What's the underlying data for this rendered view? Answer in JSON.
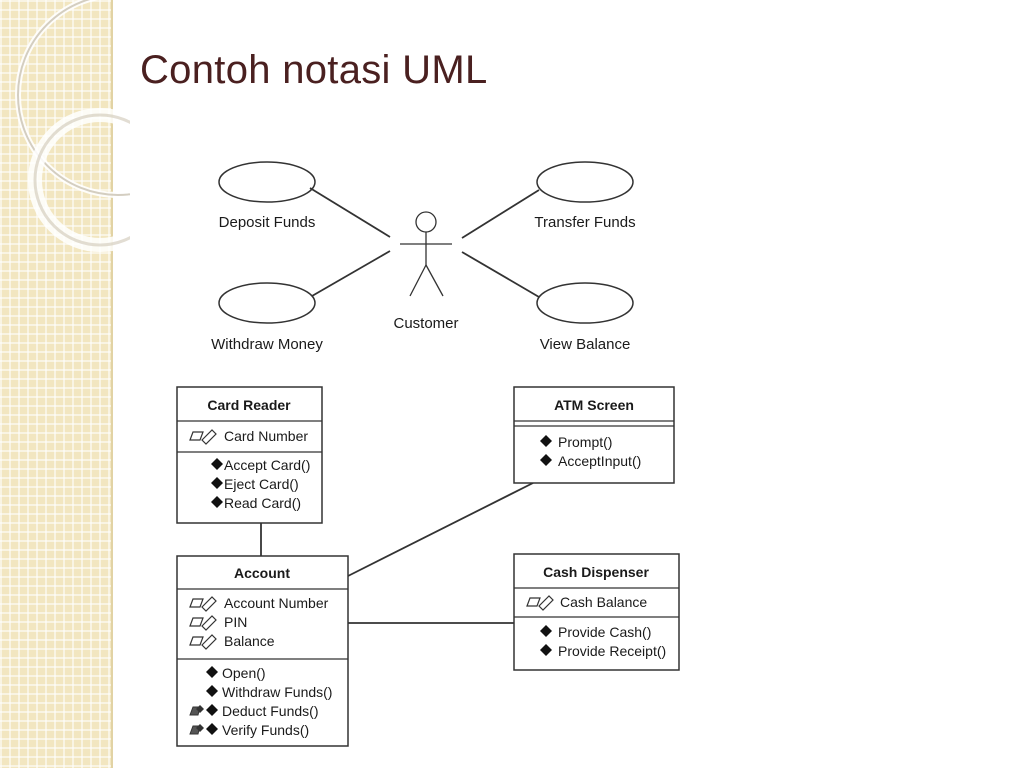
{
  "slide": {
    "title": "Contoh notasi UML"
  },
  "use_case": {
    "actor": "Customer",
    "cases": [
      "Deposit Funds",
      "Withdraw Money",
      "Transfer Funds",
      "View Balance"
    ]
  },
  "classes": {
    "card_reader": {
      "name": "Card Reader",
      "attributes": [
        "Card Number"
      ],
      "operations": [
        "Accept Card()",
        "Eject Card()",
        "Read Card()"
      ]
    },
    "atm_screen": {
      "name": "ATM Screen",
      "attributes": [],
      "operations": [
        "Prompt()",
        "AcceptInput()"
      ]
    },
    "account": {
      "name": "Account",
      "attributes": [
        "Account Number",
        "PIN",
        "Balance"
      ],
      "operations": [
        "Open()",
        "Withdraw Funds()",
        "Deduct Funds()",
        "Verify Funds()"
      ]
    },
    "cash_dispenser": {
      "name": "Cash Dispenser",
      "attributes": [
        "Cash Balance"
      ],
      "operations": [
        "Provide Cash()",
        "Provide Receipt()"
      ]
    }
  },
  "icons": {
    "attribute": "attribute-pencil-icon",
    "operation": "operation-diamond-icon",
    "private_operation": "private-operation-icon"
  },
  "colors": {
    "title": "#4a2020",
    "strip": "#f2e6c0",
    "ink": "#333333"
  }
}
